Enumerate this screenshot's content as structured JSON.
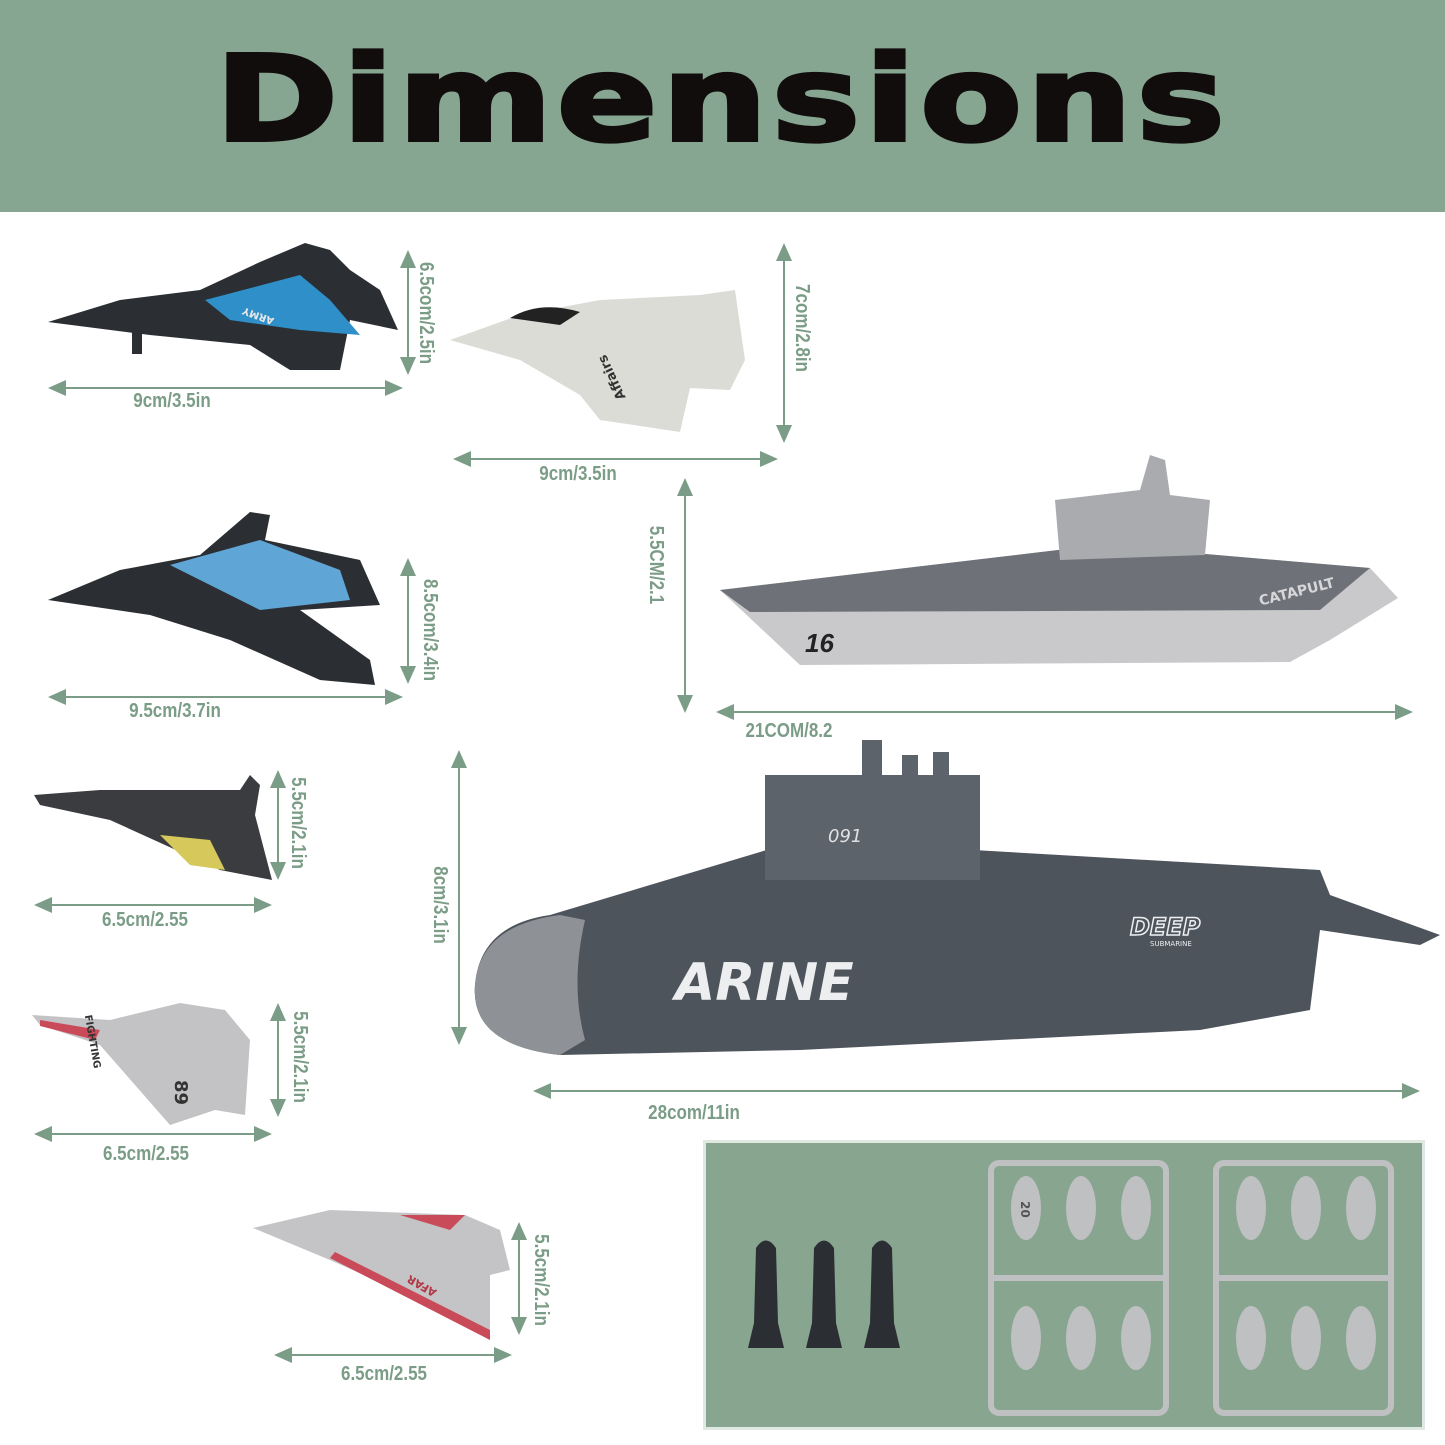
{
  "header": {
    "title": "Dimensions",
    "background_color": "#87a691",
    "title_color": "#120d0d"
  },
  "label_color": "#7b9c86",
  "items": [
    {
      "name": "blue-jet-1",
      "width_label": "9cm/3.5in",
      "height_label": "6.5com/2.5in",
      "markings": "ARMY"
    },
    {
      "name": "white-jet",
      "width_label": "9cm/3.5in",
      "height_label": "7com/2.8in",
      "markings": "Affairs"
    },
    {
      "name": "aircraft-carrier",
      "width_label": "21COM/8.2",
      "height_label": "5.5CM/2.1",
      "markings": [
        "16",
        "CATAPULT"
      ]
    },
    {
      "name": "blue-jet-2",
      "width_label": "9.5cm/3.7in",
      "height_label": "8.5com/3.4in"
    },
    {
      "name": "black-jet",
      "width_label": "6.5cm/2.55",
      "height_label": "5.5cm/2.1in"
    },
    {
      "name": "submarine",
      "width_label": "28com/11in",
      "height_label": "8cm/3.1in",
      "markings": [
        "ARINE",
        "DEEP",
        "SUBMARINE",
        "091"
      ]
    },
    {
      "name": "silver-jet",
      "width_label": "6.5cm/2.55",
      "height_label": "5.5cm/2.1in",
      "markings": [
        "FIGHTING",
        "89"
      ]
    },
    {
      "name": "stealth-jet",
      "width_label": "6.5cm/2.55",
      "height_label": "5.5cm/2.1in",
      "markings": "AFAR"
    }
  ],
  "accessories": {
    "box_color": "#88a58f",
    "torpedo_marking": "20"
  }
}
